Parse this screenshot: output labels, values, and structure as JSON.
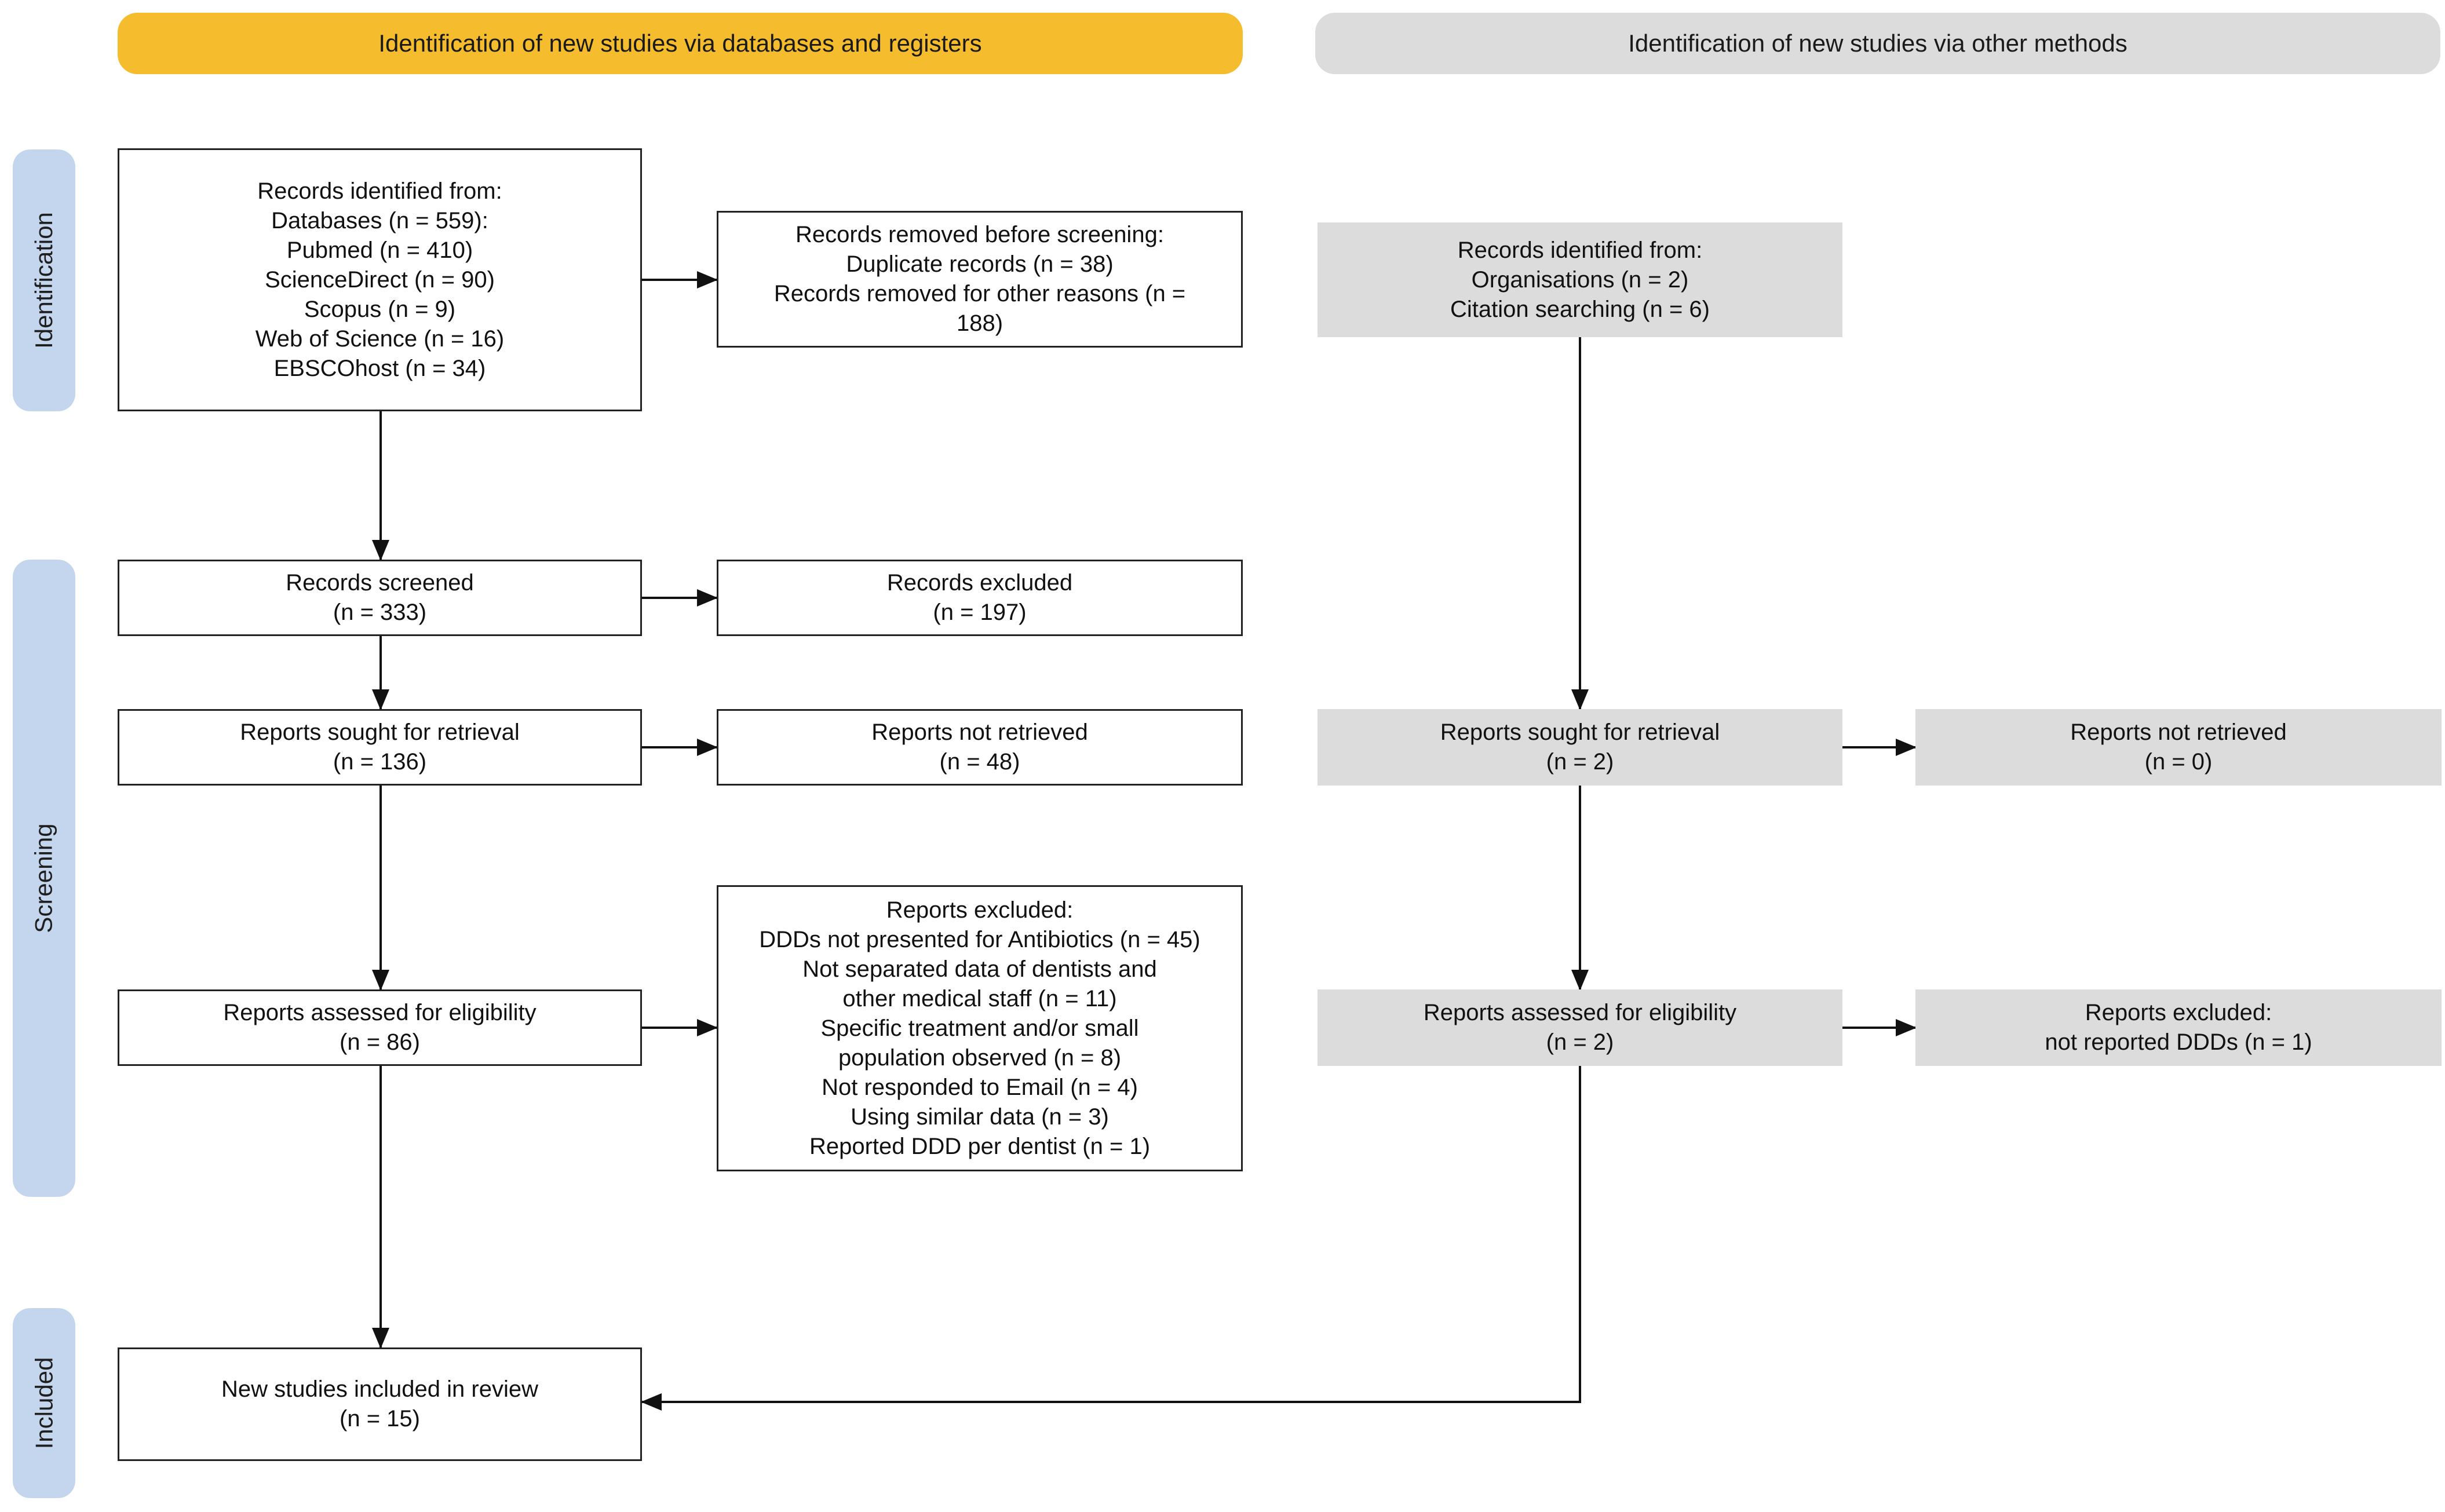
{
  "headers": {
    "databases": "Identification of new studies via databases and registers",
    "other": "Identification of new studies via other methods"
  },
  "stages": {
    "identification": "Identification",
    "screening": "Screening",
    "included": "Included"
  },
  "left": {
    "records_identified": [
      "Records identified from:",
      "Databases (n = 559):",
      "Pubmed (n = 410)",
      "ScienceDirect (n = 90)",
      "Scopus (n = 9)",
      "Web of Science (n = 16)",
      "EBSCOhost (n = 34)"
    ],
    "records_removed": [
      "Records removed before screening:",
      "Duplicate records (n = 38)",
      "Records removed for other reasons (n =",
      "188)"
    ],
    "records_screened": [
      "Records screened",
      "(n = 333)"
    ],
    "records_excluded": [
      "Records excluded",
      "(n = 197)"
    ],
    "reports_sought": [
      "Reports sought for retrieval",
      "(n = 136)"
    ],
    "reports_not_retrieved": [
      "Reports not retrieved",
      "(n = 48)"
    ],
    "reports_assessed": [
      "Reports assessed for eligibility",
      "(n = 86)"
    ],
    "reports_excluded": [
      "Reports excluded:",
      "DDDs not presented for Antibiotics (n = 45)",
      "Not separated data of dentists and",
      "other medical staff (n = 11)",
      "Specific treatment and/or small",
      "population observed (n = 8)",
      "Not responded to Email (n = 4)",
      "Using similar data (n = 3)",
      "Reported DDD per dentist (n = 1)"
    ],
    "studies_included": [
      "New studies included in review",
      "(n = 15)"
    ]
  },
  "right": {
    "records_identified": [
      "Records identified from:",
      "Organisations (n = 2)",
      "Citation searching (n = 6)"
    ],
    "reports_sought": [
      "Reports sought for retrieval",
      "(n = 2)"
    ],
    "reports_not_retrieved": [
      "Reports not retrieved",
      "(n = 0)"
    ],
    "reports_assessed": [
      "Reports assessed for eligibility",
      "(n = 2)"
    ],
    "reports_excluded": [
      "Reports excluded:",
      "not reported DDDs (n = 1)"
    ]
  },
  "colors": {
    "database_header": "#f5bd2e",
    "other_header": "#dcdcdc",
    "stage_label": "#c4d5ee",
    "grey_box": "#dcdcdc"
  }
}
